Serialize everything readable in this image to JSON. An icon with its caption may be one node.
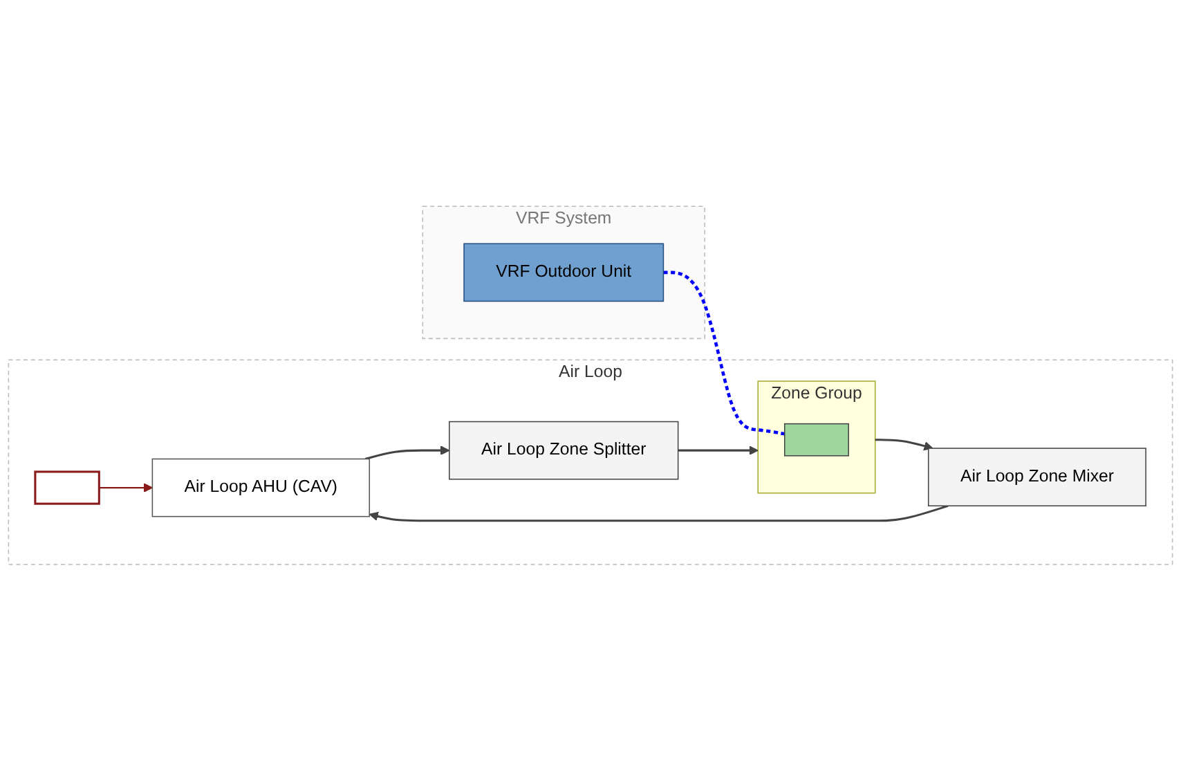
{
  "diagram": {
    "nodes": [
      {
        "text": [
          "Air Loop"
        ]
      },
      {
        "text": [
          "VRF System"
        ]
      },
      {
        "text": [
          "VRF Outdoor Unit"
        ],
        "in": 1
      },
      {
        "text": [],
        "shape": "box",
        "in": 0
      },
      {
        "text": [
          "Air Loop AHU (CAV)"
        ],
        "in": 0
      },
      {
        "text": [
          "Air Loop Zone Splitter"
        ],
        "in": 0
      },
      {
        "text": [
          "Zone Group"
        ],
        "in": 0
      },
      {
        "text": [],
        "shape": "box",
        "in": 6
      },
      {
        "text": [
          "Air Loop Zone Mixer"
        ],
        "in": 0
      }
    ],
    "edges": [
      {
        "from": 3,
        "to": 4,
        "arrow": "to",
        "color": "#8b1a1a"
      },
      {
        "from": 4,
        "to": 5,
        "arrow": "to"
      },
      {
        "from": 5,
        "to": 6,
        "arrow": "to"
      },
      {
        "from": 6,
        "to": 8,
        "arrow": "to"
      },
      {
        "from": 8,
        "to": 4,
        "arrow": "to"
      },
      {
        "from": 2,
        "to": 7,
        "arrow": "none",
        "style": "dashed",
        "color": "#0000ff"
      }
    ]
  }
}
